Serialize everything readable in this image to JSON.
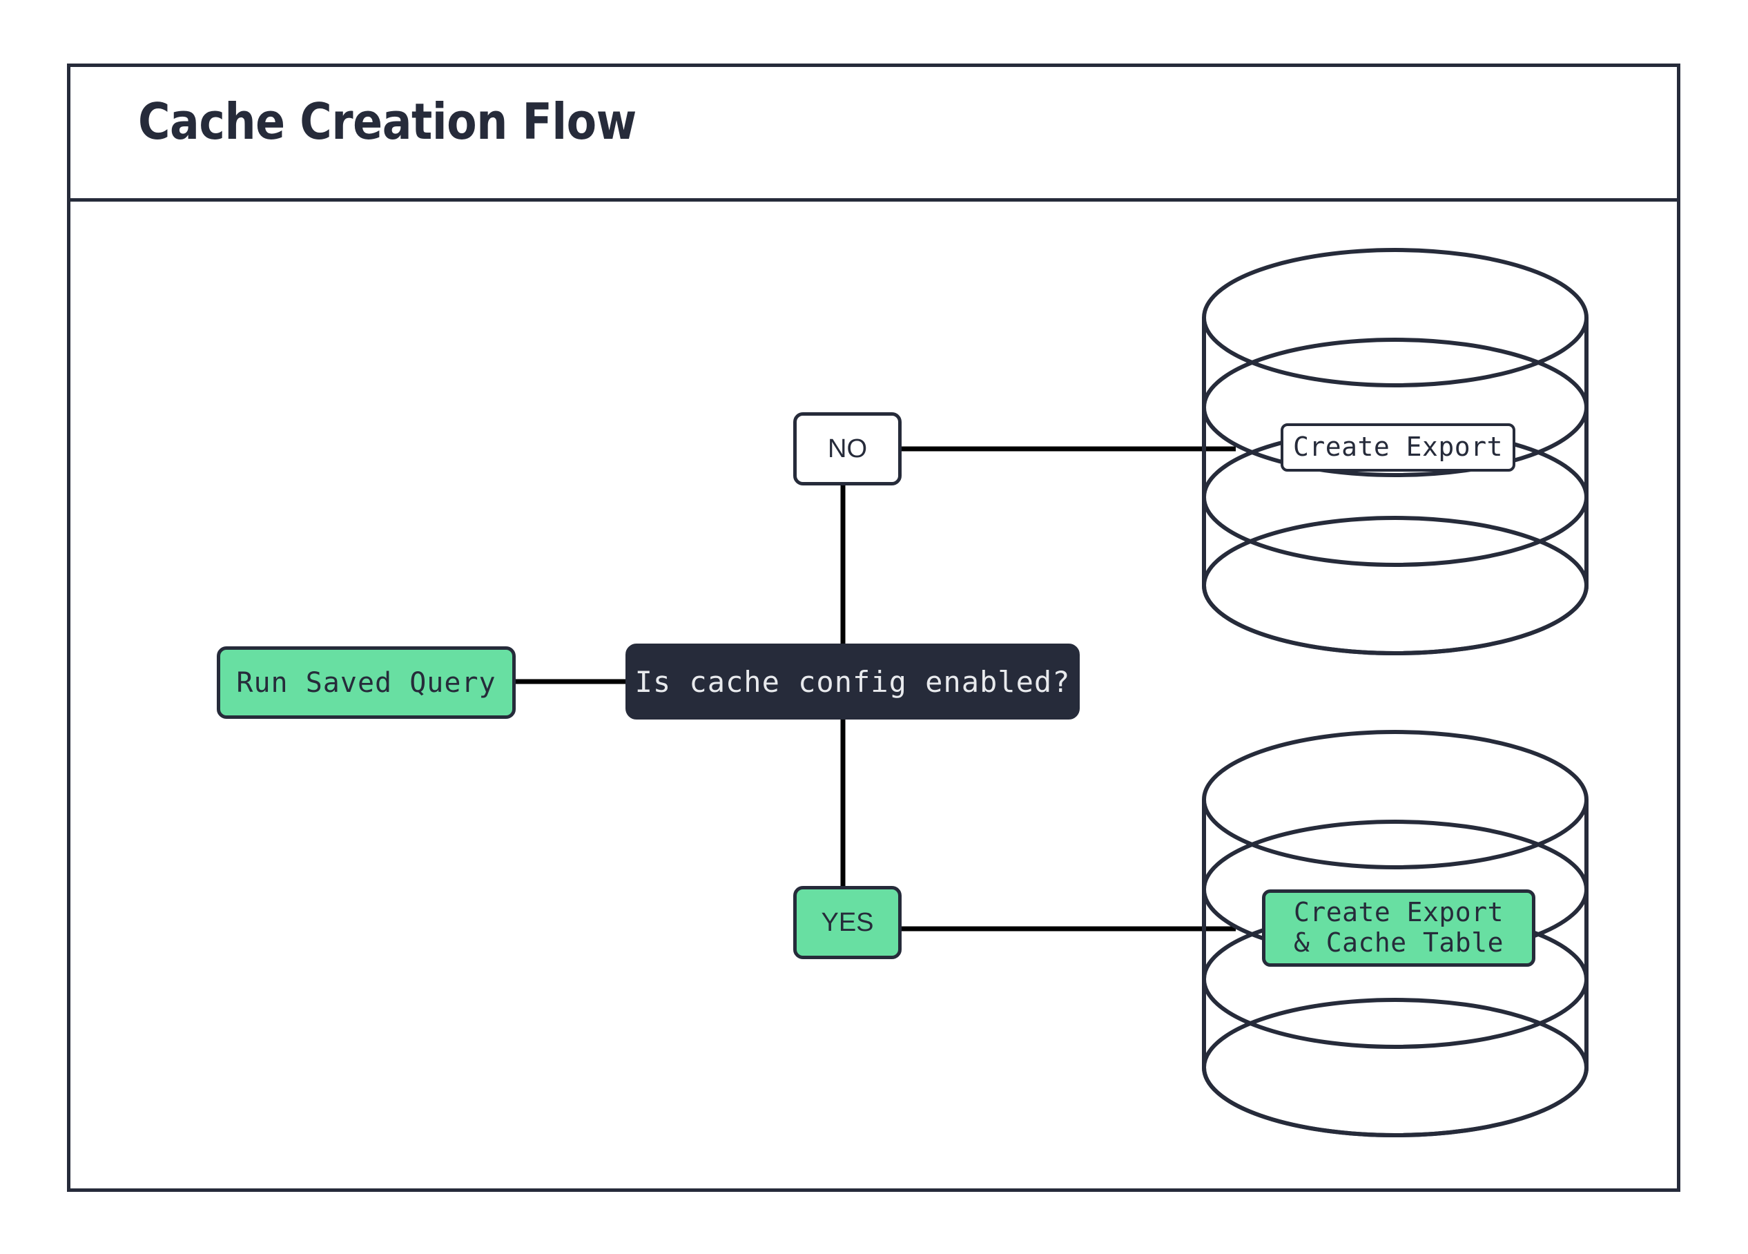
{
  "diagram": {
    "title": "Cache Creation Flow",
    "colors": {
      "accent_green": "#68DFA2",
      "dark_navy": "#262B3A",
      "white": "#ffffff",
      "connector": "#000000"
    },
    "nodes": {
      "start": {
        "label": "Run Saved Query",
        "shape": "rounded-rect",
        "fill": "green"
      },
      "decision": {
        "label": "Is cache config enabled?",
        "shape": "rounded-rect",
        "fill": "dark"
      },
      "branch_no": {
        "label": "NO",
        "shape": "rounded-rect",
        "fill": "white"
      },
      "branch_yes": {
        "label": "YES",
        "shape": "rounded-rect",
        "fill": "green"
      },
      "db_top": {
        "label": "Create Export",
        "shape": "database-cylinder",
        "fill": "white"
      },
      "db_bottom": {
        "label": "Create Export\n& Cache Table",
        "shape": "database-cylinder",
        "fill": "green"
      }
    },
    "edges": [
      {
        "from": "start",
        "to": "decision",
        "label": ""
      },
      {
        "from": "decision",
        "to": "branch_no",
        "label": "NO"
      },
      {
        "from": "branch_no",
        "to": "db_top",
        "label": ""
      },
      {
        "from": "decision",
        "to": "branch_yes",
        "label": "YES"
      },
      {
        "from": "branch_yes",
        "to": "db_bottom",
        "label": ""
      }
    ]
  }
}
